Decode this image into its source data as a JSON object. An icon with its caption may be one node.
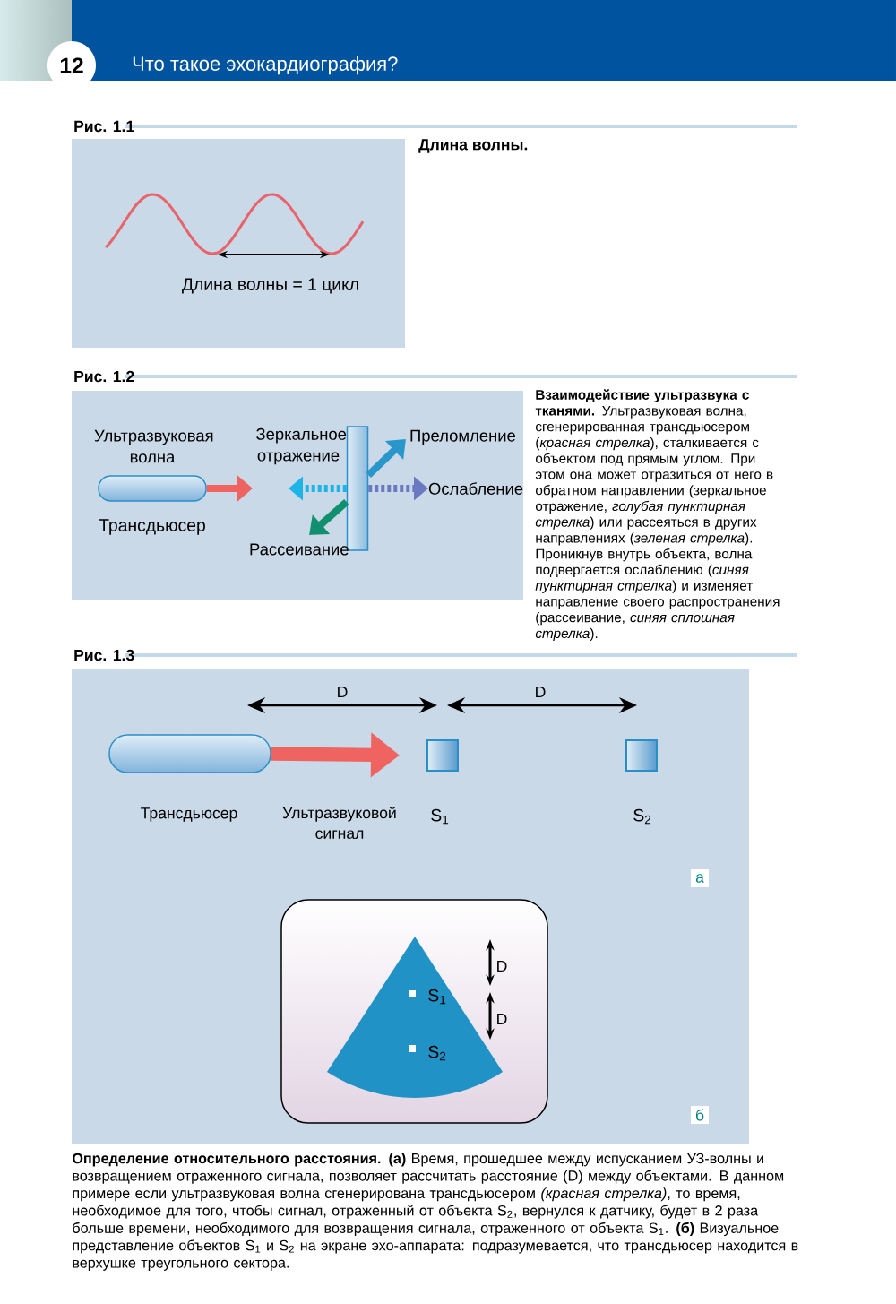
{
  "diagram": {
    "nodes": [
      {
        "text": [],
        "shape": "cylinder",
        "beside": [
          "Трансдьюсер"
        ]
      },
      {
        "text": [],
        "shape": "bar"
      },
      {
        "text": [],
        "shape": "cylinder",
        "beside": [
          "Трансдьюсер"
        ]
      },
      {
        "text": [],
        "shape": "box",
        "beside": [
          "S$_{1}$"
        ]
      },
      {
        "text": [],
        "shape": "box",
        "beside": [
          "S$_{2}$"
        ]
      }
    ],
    "edges": [
      {
        "from": 0,
        "to": null,
        "arrow": "to",
        "label": "Ультразвуковая волна",
        "color": "#ef6461"
      },
      {
        "from": 1,
        "to": null,
        "arrow": "to",
        "label": "Зеркальное отражение",
        "style": "dashed",
        "color": "#1db4e8"
      },
      {
        "from": 1,
        "to": null,
        "arrow": "to",
        "label": "Преломление",
        "color": "#2a97cb"
      },
      {
        "from": 1,
        "to": null,
        "arrow": "to",
        "label": "Ослабление",
        "style": "dashed",
        "color": "#6b78c2"
      },
      {
        "from": 1,
        "to": null,
        "arrow": "to",
        "label": "Рассеивание",
        "color": "#10906f"
      },
      {
        "from": 2,
        "to": 3,
        "arrow": "to",
        "label": "Ультразвуковой сигнал",
        "style": "thick",
        "color": "#ef6461"
      }
    ],
    "labels": [
      "12",
      "Что такое эхокардиография?",
      "Рис. 1.1",
      "Длина волны.",
      "Длина волны = 1 цикл",
      "Рис. 1.2",
      "**Взаимодействие ультразвука с тканями.** Ультразвуковая волна, сгенерированная трансдьюсером (*красная стрелка*), сталкивается с объектом под прямым углом. При этом она может отразиться от него в обратном направлении (зеркальное отражение, *голубая пунктирная стрелка*) или рассеяться в других направлениях (*зеленая стрелка*). Проникнув внутрь объекта, волна подвергается ослаблению (*синяя пунктирная стрелка*) и изменяет направление своего распространения (рассеивание, *синяя сплошная стрелка*).",
      "Рис. 1.3",
      "D",
      "D",
      "а",
      "D",
      "S$_{1}$",
      "D",
      "S$_{2}$",
      "б",
      "**Определение относительного расстояния. (а)** Время, прошедшее между испусканием УЗ-волны и возвращением отраженного сигнала, позволяет рассчитать расстояние (D) между объектами. В данном примере если ультразвуковая волна сгенерирована трансдьюсером *(красная стрелка)*, то время, необходимое для того, чтобы сигнал, отраженный от объекта S$_{2}$, вернулся к датчику, будет в 2 раза больше времени, необходимого для возвращения сигнала, отраженного от объекта S$_{1}$. **(б)** Визуальное представление объектов S$_{1}$ и S$_{2}$ на экране эхо-аппарата: подразумевается, что трансдьюсер находится в верхушке треугольного сектора."
    ]
  }
}
